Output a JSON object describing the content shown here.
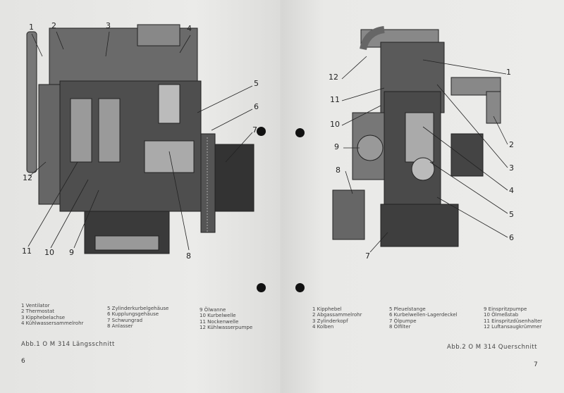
{
  "left_page": {
    "callouts": [
      "1",
      "2",
      "3",
      "4",
      "5",
      "6",
      "7",
      "8",
      "9",
      "10",
      "11",
      "12"
    ],
    "legend": [
      [
        "1 Ventilator",
        "2 Thermostat",
        "3 Kipphebelachse",
        "4 Kühlwassersammelrohr"
      ],
      [
        "5 Zylinderkurbelgehäuse",
        "6 Kupplungsgehäuse",
        "7 Schwungrad",
        "8 Anlasser"
      ],
      [
        "9 Ölwanne",
        "10 Kurbelwelle",
        "11 Nockenwelle",
        "12 Kühlwasserpumpe"
      ]
    ],
    "caption": "Abb.1  O M 314  Längsschnitt",
    "page_number": "6"
  },
  "right_page": {
    "callouts": [
      "1",
      "2",
      "3",
      "4",
      "5",
      "6",
      "7",
      "8",
      "9",
      "10",
      "11",
      "12"
    ],
    "legend": [
      [
        "1 Kipphebel",
        "2 Abgassammelrohr",
        "3 Zylinderkopf",
        "4 Kolben"
      ],
      [
        "5 Pleuelstange",
        "6 Kurbelwellen-Lagerdeckel",
        "7 Ölpumpe",
        "8 Ölfilter"
      ],
      [
        "9 Einspritzpumpe",
        "10 Ölmeßstab",
        "11 Einspritzdüsenhalter",
        "12 Luftansaugkrümmer"
      ]
    ],
    "caption": "Abb.2  O M 314  Querschnitt",
    "page_number": "7"
  }
}
